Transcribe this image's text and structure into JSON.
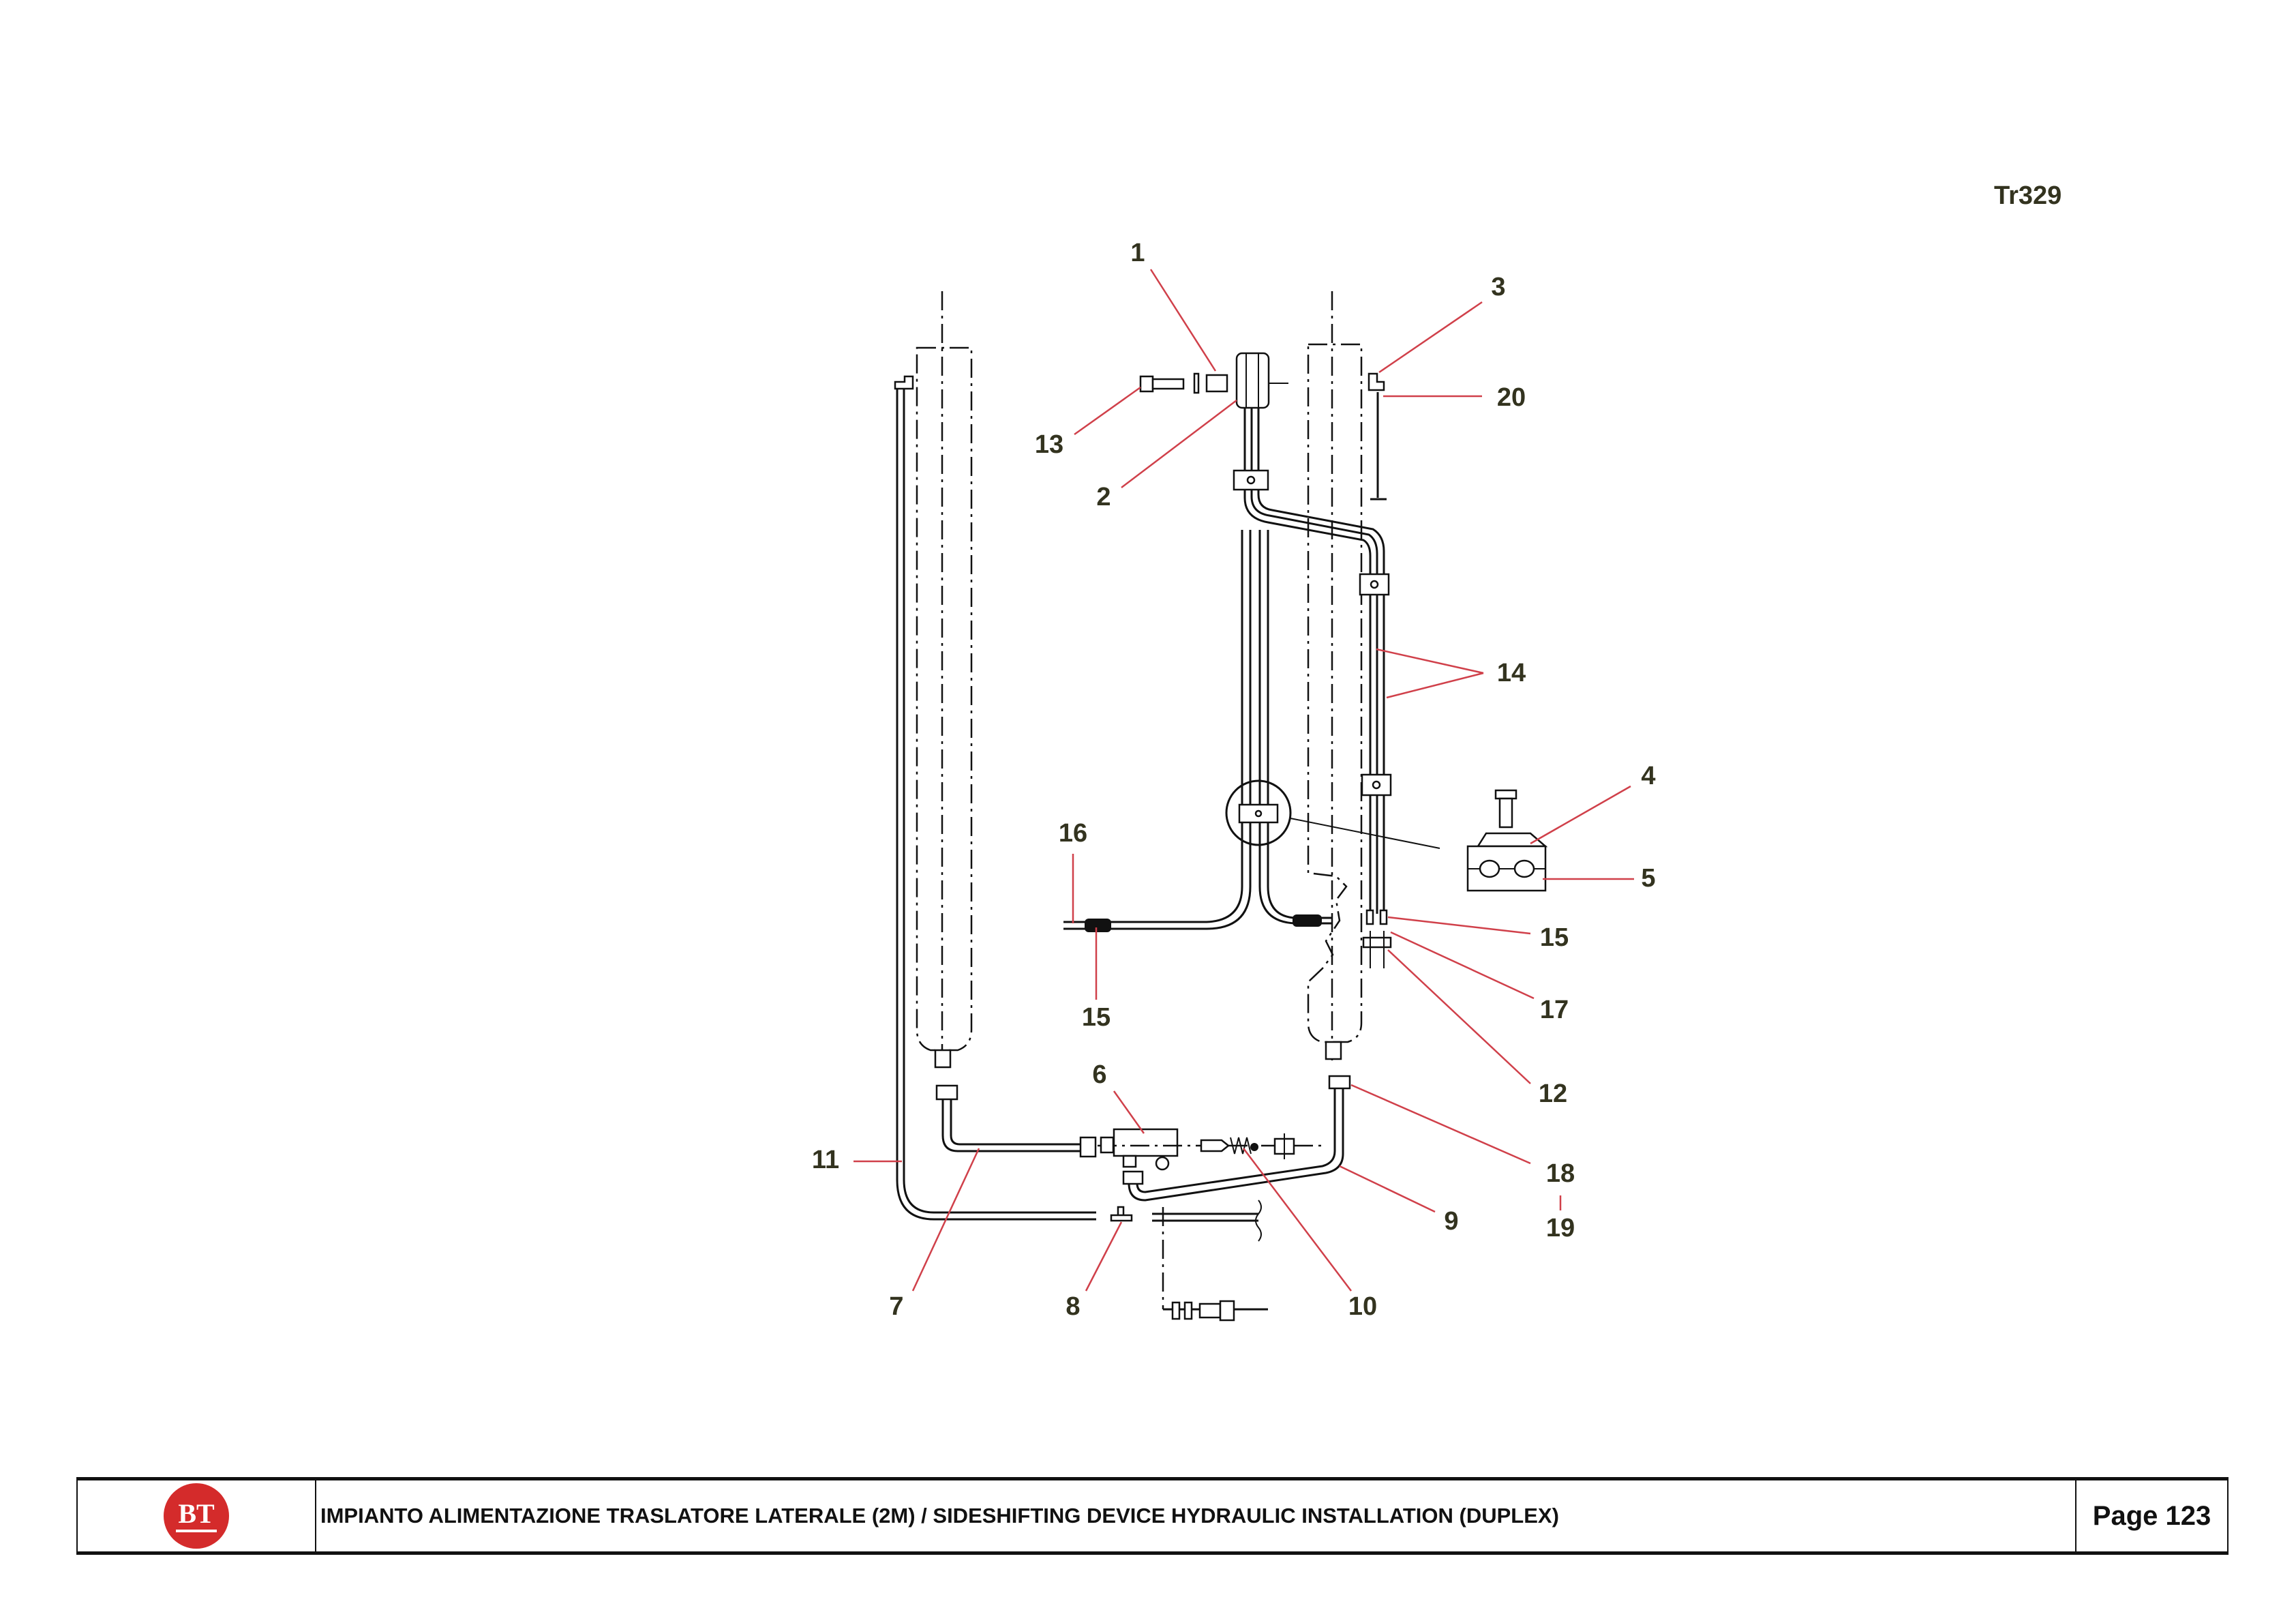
{
  "drawing_code": "Tr329",
  "callouts": {
    "c1": "1",
    "c2": "2",
    "c3": "3",
    "c4": "4",
    "c5": "5",
    "c6": "6",
    "c7": "7",
    "c8": "8",
    "c9": "9",
    "c10": "10",
    "c11": "11",
    "c12": "12",
    "c13": "13",
    "c14": "14",
    "c15a": "15",
    "c15b": "15",
    "c16": "16",
    "c17": "17",
    "c18": "18",
    "c19": "19",
    "c20": "20"
  },
  "footer": {
    "logo_text": "BT",
    "title": "IMPIANTO ALIMENTAZIONE TRASLATORE LATERALE (2M) / SIDESHIFTING DEVICE HYDRAULIC INSTALLATION (DUPLEX)",
    "page": "Page 123"
  },
  "colors": {
    "leader": "#d0404a",
    "logo": "#d42b2b",
    "label": "#33331f"
  }
}
